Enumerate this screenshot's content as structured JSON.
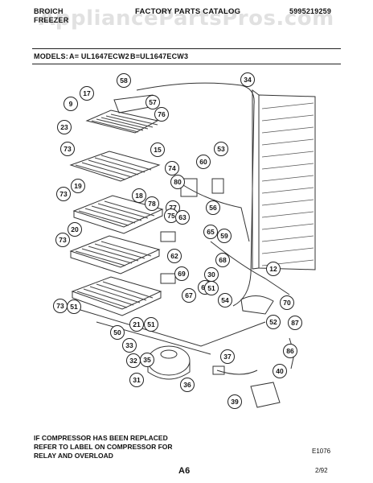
{
  "header": {
    "brand_line1": "BROICH",
    "brand_line2": "FREEZER",
    "catalog_title": "FACTORY PARTS CATALOG",
    "catalog_number": "5995219259"
  },
  "watermark": "AppliancePartsPros.com",
  "models": {
    "label": "MODELS:",
    "a": "A= UL1647ECW2",
    "b": "B=UL1647ECW3"
  },
  "callouts": [
    "58",
    "57",
    "76",
    "9",
    "17",
    "15",
    "23",
    "73",
    "74",
    "60",
    "53",
    "80",
    "18",
    "19",
    "78",
    "73",
    "77",
    "75",
    "56",
    "63",
    "20",
    "73",
    "65",
    "59",
    "62",
    "69",
    "68",
    "12",
    "34",
    "30",
    "66",
    "54",
    "51",
    "67",
    "73",
    "51",
    "70",
    "21",
    "51",
    "52",
    "50",
    "33",
    "87",
    "35",
    "37",
    "32",
    "86",
    "40",
    "31",
    "36",
    "39"
  ],
  "footer": {
    "note_line1": "IF COMPRESSOR HAS BEEN REPLACED",
    "note_line2": "REFER TO LABEL ON COMPRESSOR FOR",
    "note_line3": "RELAY AND OVERLOAD",
    "figure_code": "E1076",
    "page": "A6",
    "date": "2/92"
  }
}
